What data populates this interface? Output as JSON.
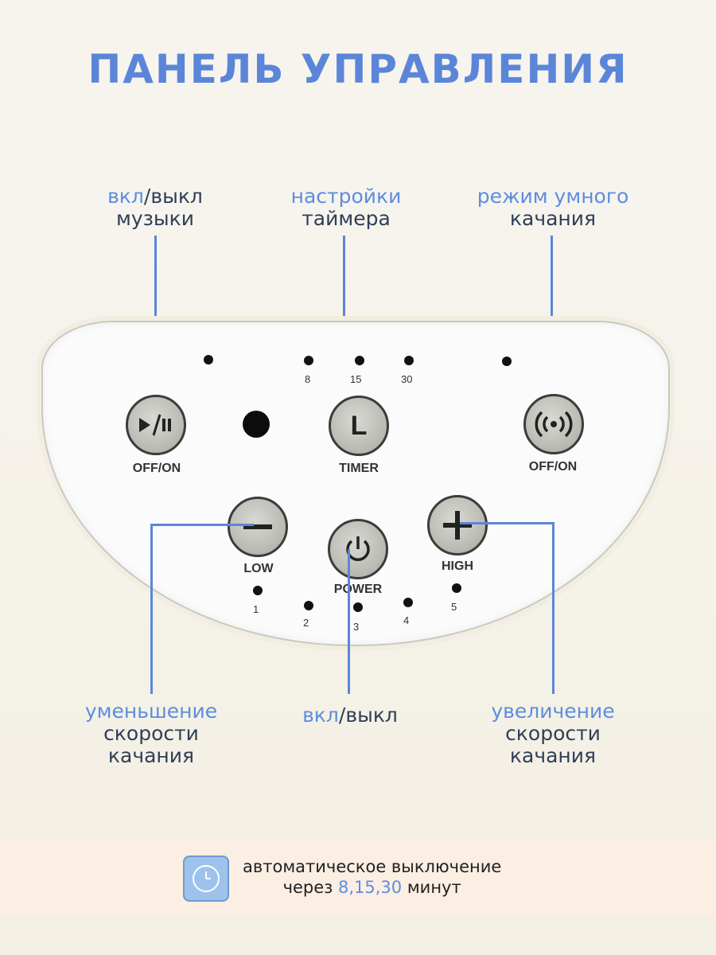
{
  "title": "ПАНЕЛЬ УПРАВЛЕНИЯ",
  "labels": {
    "music_a": "вкл",
    "music_sep": "/",
    "music_b": "выкл",
    "music_c": "музыки",
    "timer_a": "настройки",
    "timer_b": "таймера",
    "smart_a": "режим умного",
    "smart_b": "качания",
    "decrease_a": "уменьшение",
    "decrease_b": "скорости",
    "decrease_c": "качания",
    "power_a": "вкл",
    "power_sep": "/",
    "power_b": "выкл",
    "increase_a": "увеличение",
    "increase_b": "скорости",
    "increase_c": "качания"
  },
  "panel": {
    "timer_options": [
      "8",
      "15",
      "30"
    ],
    "speed_levels": [
      "1",
      "2",
      "3",
      "4",
      "5"
    ],
    "music_button_label": "OFF/ON",
    "timer_button_label": "TIMER",
    "timer_button_glyph": "L",
    "smart_button_label": "OFF/ON",
    "low_button_label": "LOW",
    "power_button_label": "POWER",
    "high_button_label": "HIGH"
  },
  "footer": {
    "line1": "автоматическое выключение",
    "line2_prefix": "через ",
    "line2_values": "8,15,30",
    "line2_suffix": " минут"
  },
  "colors": {
    "accent": "#5b86d8",
    "dark_text": "#2e3f57",
    "footer_band": "#fbeee2"
  }
}
